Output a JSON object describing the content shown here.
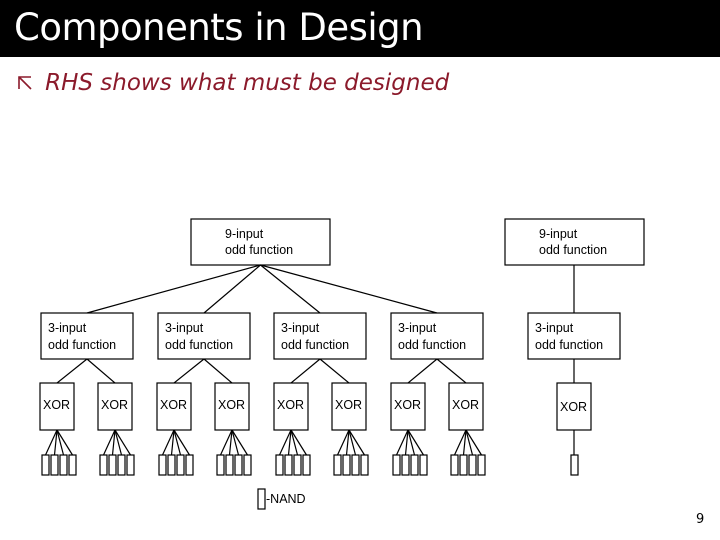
{
  "slide": {
    "title": "Components in Design",
    "bullet": "RHS shows what must be designed",
    "page_number": "9",
    "colors": {
      "title_bg": "#000000",
      "title_text": "#ffffff",
      "bullet_text": "#8b1a2b"
    }
  },
  "diagram": {
    "left_tree": {
      "root": {
        "line1": "9-input",
        "line2": "odd function"
      },
      "mid": [
        {
          "line1": "3-input",
          "line2": "odd function"
        },
        {
          "line1": "3-input",
          "line2": "odd function"
        },
        {
          "line1": "3-input",
          "line2": "odd function"
        },
        {
          "line1": "3-input",
          "line2": "odd function"
        }
      ],
      "xor_label": "XOR",
      "xor_count": 8,
      "nand_per_xor": 4
    },
    "right_tree": {
      "root": {
        "line1": "9-input",
        "line2": "odd function"
      },
      "mid": {
        "line1": "3-input",
        "line2": "odd function"
      },
      "xor_label": "XOR",
      "nand_per_xor": 1
    },
    "legend": {
      "label": "-NAND"
    }
  }
}
